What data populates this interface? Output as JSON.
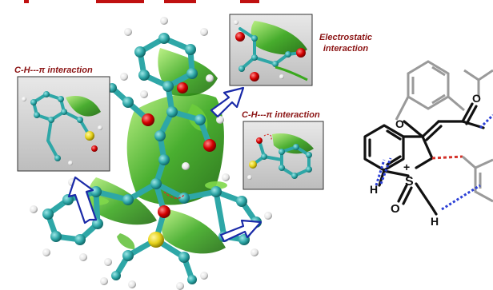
{
  "labels": {
    "ch_pi_left": "C-H---π interaction",
    "electrostatic_line1": "Electrostatic",
    "electrostatic_line2": "interaction",
    "ch_pi_right": "C-H---π interaction"
  },
  "structure": {
    "atom_o_carbonyl": "O",
    "atom_o_ester": "O",
    "atom_s": "S",
    "atom_o_sulfoxide": "O",
    "charge_plus": "+",
    "atom_h_left": "H",
    "atom_h_bottom": "H"
  },
  "colors": {
    "label_red": "#8b1414",
    "arrow_blue": "#1a2aa8",
    "surface_green": "#3aa81e",
    "carbon_teal": "#2ea7a7",
    "oxygen_red": "#d40000",
    "sulfur_yellow": "#e6d21a",
    "interaction_dash": "#2b3fd6",
    "bond_dash_red": "#d4322a"
  }
}
